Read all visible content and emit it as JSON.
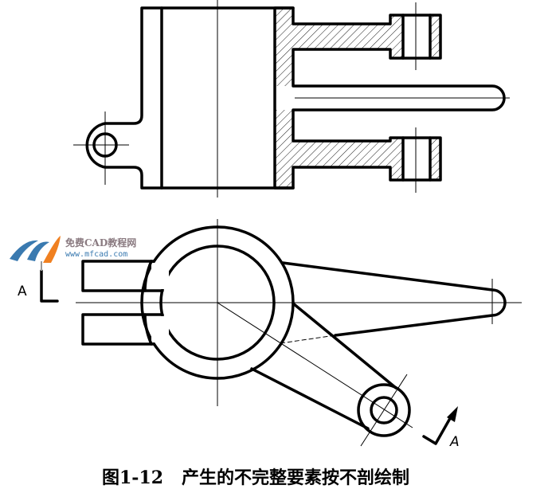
{
  "caption": "图1-12   产生的不完整要素按不剖绘制",
  "section_label_left": "A",
  "section_label_right": "A",
  "watermark": {
    "name": "免费CAD教程网",
    "url": "www.mfcad.com"
  },
  "colors": {
    "line": "#000000",
    "logo_blue": "#3a7ab0",
    "logo_orange": "#f08020"
  }
}
